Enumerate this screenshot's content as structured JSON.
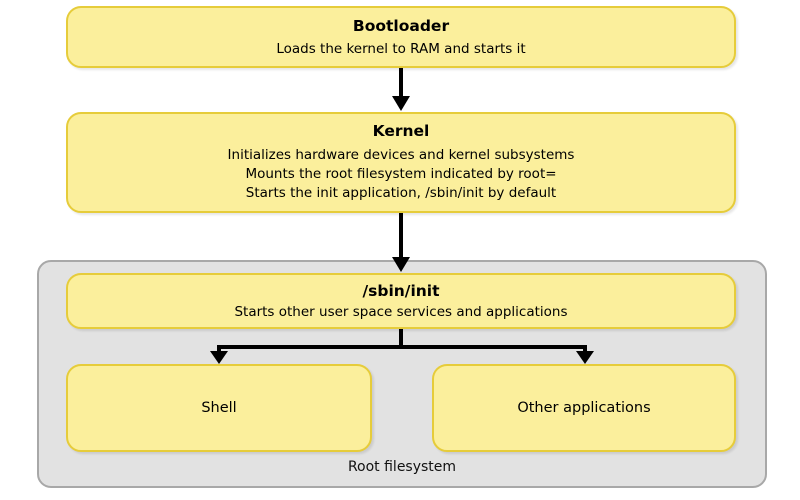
{
  "bootloader": {
    "title": "Bootloader",
    "lines": [
      "Loads the kernel to RAM and starts it"
    ]
  },
  "kernel": {
    "title": "Kernel",
    "lines": [
      "Initializes hardware devices and kernel subsystems",
      "Mounts the root filesystem indicated by root=",
      "Starts the init application, /sbin/init by default"
    ]
  },
  "root_filesystem": {
    "label": "Root filesystem",
    "init": {
      "title": "/sbin/init",
      "lines": [
        "Starts other user space services and applications"
      ]
    },
    "children": [
      "Shell",
      "Other applications"
    ]
  },
  "colors": {
    "box_fill": "#fbef9c",
    "box_border": "#e6cc3a",
    "container_fill": "#e2e2e2",
    "container_border": "#a8a8a8",
    "arrow": "#000000"
  }
}
